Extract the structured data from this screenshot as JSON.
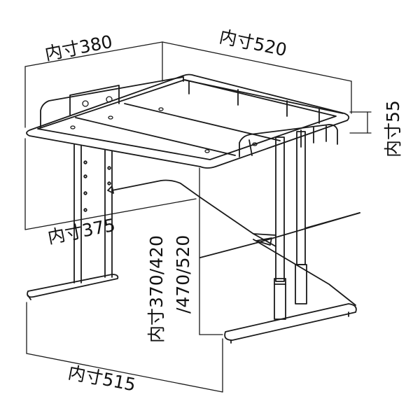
{
  "dimensions": {
    "top_depth": "内寸380",
    "top_width": "内寸520",
    "rail_height": "内寸55",
    "base_depth": "内寸375",
    "height_options_line1": "内寸370/420",
    "height_options_line2": "/470/520",
    "base_width": "内寸515"
  },
  "colors": {
    "line": "#1a1a1a",
    "background": "#ffffff"
  }
}
